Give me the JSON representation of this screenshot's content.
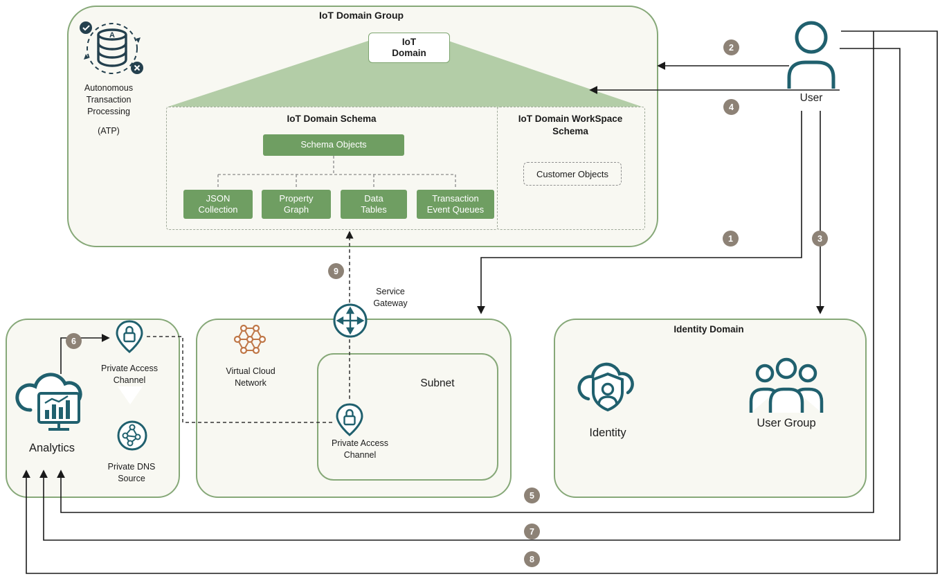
{
  "colors": {
    "container_border": "#86a878",
    "container_fill": "#f8f8f2",
    "green_box": "#6f9e62",
    "triangle": "#b3cda7",
    "teal_icon": "#20606e",
    "orange_icon": "#bf7747",
    "badge": "#8d8276",
    "line": "#1a1a1a"
  },
  "iot_group": {
    "title": "IoT Domain Group",
    "atp_name": "Autonomous\nTransaction\nProcessing",
    "atp_abbr": "(ATP)",
    "atp_letter": "A",
    "domain_box": "IoT\nDomain",
    "schema": {
      "title": "IoT Domain Schema",
      "objects_box": "Schema Objects",
      "children": [
        "JSON\nCollection",
        "Property\nGraph",
        "Data\nTables",
        "Transaction\nEvent Queues"
      ]
    },
    "workspace": {
      "title": "IoT Domain WorkSpace\nSchema",
      "customer_objects": "Customer Objects"
    }
  },
  "user": {
    "label": "User"
  },
  "gateway": {
    "label": "Service\nGateway"
  },
  "vcn": {
    "label": "Virtual Cloud\nNetwork",
    "subnet_label": "Subnet",
    "pac_label": "Private Access\nChannel"
  },
  "analytics": {
    "label": "Analytics",
    "pac_label": "Private Access\nChannel",
    "dns_label": "Private DNS\nSource"
  },
  "identity": {
    "title": "Identity Domain",
    "identity_label": "Identity",
    "group_label": "User Group"
  },
  "badges": [
    "1",
    "2",
    "3",
    "4",
    "5",
    "6",
    "7",
    "8",
    "9"
  ]
}
